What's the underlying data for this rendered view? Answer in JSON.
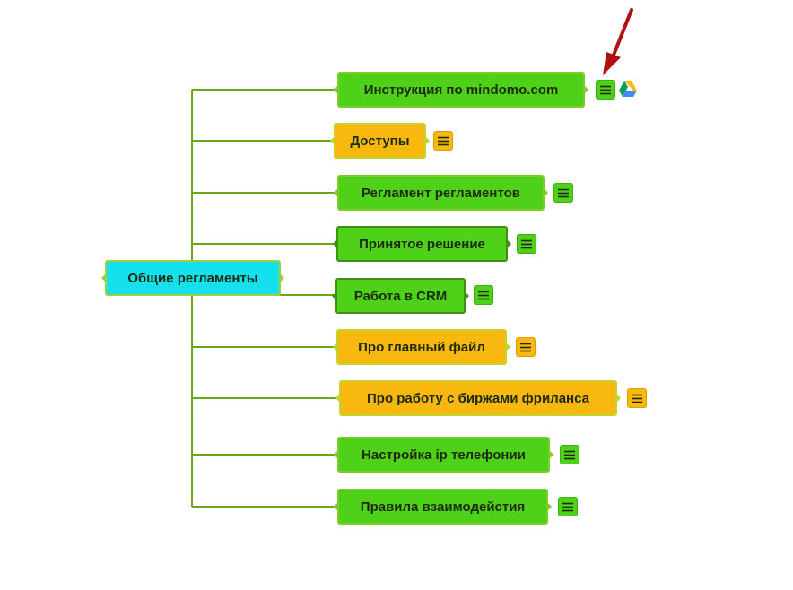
{
  "root": {
    "label": "Общие регламенты"
  },
  "topics": [
    {
      "label": "Инструкция по mindomo.com",
      "color": "green",
      "note_icon": "notes-list-icon",
      "extra_icon": "google-drive-icon"
    },
    {
      "label": "Доступы",
      "color": "orange",
      "note_icon": "notes-list-icon"
    },
    {
      "label": "Регламент регламентов",
      "color": "green",
      "note_icon": "notes-list-icon"
    },
    {
      "label": "Принятое решение",
      "color": "green",
      "note_icon": "notes-list-icon"
    },
    {
      "label": "Работа в CRM",
      "color": "green",
      "note_icon": "notes-list-icon"
    },
    {
      "label": "Про главный файл",
      "color": "orange",
      "note_icon": "notes-list-icon"
    },
    {
      "label": "Про работу с биржами фриланса",
      "color": "orange",
      "note_icon": "notes-list-icon"
    },
    {
      "label": "Настройка ip телефонии",
      "color": "green",
      "note_icon": "notes-list-icon"
    },
    {
      "label": "Правила взаимодейстия",
      "color": "green",
      "note_icon": "notes-list-icon"
    }
  ],
  "annotation": {
    "icon": "red-arrow-icon",
    "color": "#b30f0f"
  },
  "colors": {
    "green": "#4fd11a",
    "orange": "#f9b80f",
    "cyan": "#15e0ee",
    "connector": "#6aa51c"
  }
}
